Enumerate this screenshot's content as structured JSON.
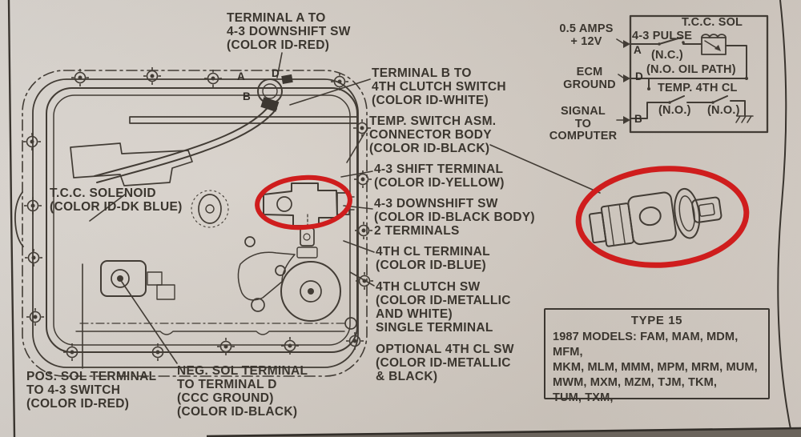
{
  "colors": {
    "paper": "#d3ccc4",
    "ink": "#423c35",
    "red": "#cf1d1d"
  },
  "diagram_labels": {
    "terminal_a": {
      "lines": [
        "TERMINAL A TO",
        "4-3 DOWNSHIFT SW",
        "(COLOR ID-RED)"
      ]
    },
    "terminal_b": {
      "lines": [
        "TERMINAL B TO",
        "4TH CLUTCH SWITCH",
        "(COLOR ID-WHITE)"
      ]
    },
    "temp_switch": {
      "lines": [
        "TEMP. SWITCH ASM.",
        "CONNECTOR BODY",
        "(COLOR ID-BLACK)"
      ]
    },
    "shift_terminal_43": {
      "lines": [
        "4-3 SHIFT TERMINAL",
        "(COLOR ID-YELLOW)"
      ]
    },
    "downshift_sw_43": {
      "lines": [
        "4-3 DOWNSHIFT SW",
        "(COLOR ID-BLACK BODY)",
        "2 TERMINALS"
      ]
    },
    "cl4_terminal": {
      "lines": [
        "4TH CL TERMINAL",
        "(COLOR ID-BLUE)"
      ]
    },
    "clutch_sw_4": {
      "lines": [
        "4TH CLUTCH SW",
        "(COLOR ID-METALLIC",
        "AND WHITE)",
        "SINGLE TERMINAL"
      ]
    },
    "optional_sw": {
      "lines": [
        "OPTIONAL 4TH CL SW",
        "(COLOR ID-METALLIC",
        "& BLACK)"
      ]
    },
    "tcc_solenoid": {
      "lines": [
        "T.C.C. SOLENOID",
        "(COLOR ID-DK BLUE)"
      ]
    },
    "pos_sol": {
      "lines": [
        "POS. SOL TERMINAL",
        "TO 4-3 SWITCH",
        "(COLOR ID-RED)"
      ]
    },
    "neg_sol": {
      "lines": [
        "NEG. SOL TERMINAL",
        "TO TERMINAL D",
        "(CCC GROUND)",
        "(COLOR ID-BLACK)"
      ]
    }
  },
  "connector_pins": {
    "a": "A",
    "d": "D",
    "b": "B"
  },
  "schematic": {
    "title": "T.C.C. SOL",
    "pulse": "4-3 PULSE",
    "nc": "(N.C.)",
    "oil_path": "(N.O. OIL PATH)",
    "temp": "TEMP. 4TH CL",
    "no1": "(N.O.)",
    "no2": "(N.O.)",
    "pins": {
      "a": "A",
      "d": "D",
      "b": "B"
    },
    "inputs": {
      "amps": {
        "lines": [
          "0.5 AMPS",
          "+ 12V"
        ]
      },
      "ecm": {
        "lines": [
          "ECM",
          "GROUND"
        ]
      },
      "signal": {
        "lines": [
          "SIGNAL",
          "TO",
          "COMPUTER"
        ]
      }
    }
  },
  "type_box": {
    "title": "TYPE 15",
    "lines": [
      "1987 MODELS: FAM, MAM, MDM, MFM,",
      "MKM, MLM, MMM, MPM, MRM, MUM,",
      "MWM, MXM, MZM, TJM, TKM,",
      "TUM, TXM,"
    ]
  }
}
